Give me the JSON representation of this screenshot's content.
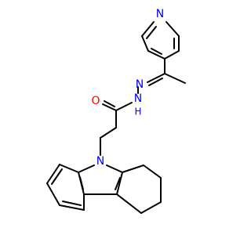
{
  "atoms": {
    "pyridine_n": "N",
    "imine_n": "N",
    "amide_n": "N",
    "amide_h": "H",
    "carbonyl_o": "O",
    "carbazole_n": "N"
  },
  "colors": {
    "bond": "#000000",
    "nitrogen": "#0000ff",
    "oxygen": "#ff0000",
    "background": "#ffffff"
  }
}
